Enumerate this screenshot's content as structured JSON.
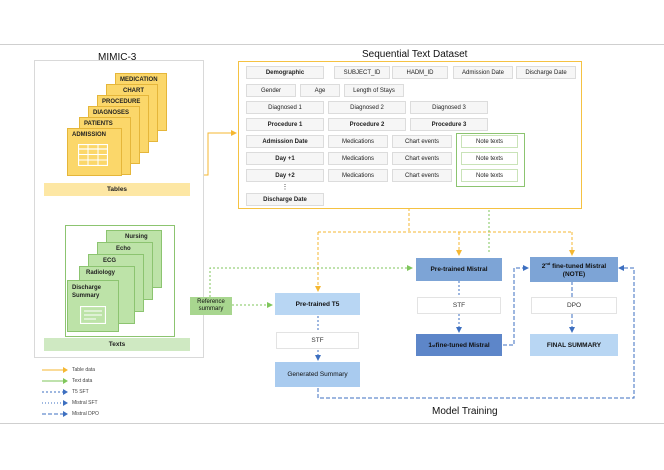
{
  "mimic": {
    "title": "MIMIC-3",
    "tables_cards": [
      "MEDICATION",
      "CHART",
      "PROCEDURE",
      "DIAGNOSES",
      "PATIENTS",
      "ADMISSION"
    ],
    "tables_label": "Tables",
    "texts_cards": [
      "Nursing",
      "Echo",
      "ECG",
      "Radiology",
      "Discharge Summary"
    ],
    "texts_label": "Texts"
  },
  "dataset": {
    "title": "Sequential Text Dataset",
    "row1": [
      "Demographic",
      "SUBJECT_ID",
      "HADM_ID",
      "Admission Date",
      "Discharge Date"
    ],
    "row2": [
      "Gender",
      "Age",
      "Length of Stays"
    ],
    "row3": [
      "Diagnosed 1",
      "Diagnosed 2",
      "Diagnosed 3"
    ],
    "row4": [
      "Procedure 1",
      "Procedure 2",
      "Procedure 3"
    ],
    "row5": [
      "Admission Date",
      "Medications",
      "Chart events",
      "Note texts"
    ],
    "row6": [
      "Day +1",
      "Medications",
      "Chart events",
      "Note texts"
    ],
    "row7": [
      "Day +2",
      "Medications",
      "Chart events",
      "Note texts"
    ],
    "ellipsis": "⋮",
    "row8": [
      "Discharge Date"
    ]
  },
  "reference": "Reference summary",
  "t5": {
    "model": "Pre-trained T5",
    "stf": "STF",
    "output": "Generated Summary"
  },
  "mistral": {
    "pretrained": "Pre-trained Mistral",
    "stf": "STF",
    "first_ft_sup": "st",
    "first_ft_pre": "1",
    "first_ft_post": " fine-tuned Mistral",
    "second_ft_pre": "2",
    "second_ft_sup": "nd",
    "second_ft_post": " fine-tuned Mistral",
    "second_ft_note": "(NOTE)",
    "dpo": "DPO",
    "final": "FINAL SUMMARY"
  },
  "model_training": "Model Training",
  "legend": [
    "Table data",
    "Text data",
    "T5 SFT",
    "Mistral SFT",
    "Mistral DPO"
  ],
  "colors": {
    "yellow": "#f5b731",
    "green": "#7fc65b",
    "blue": "#3d6fc0",
    "dark_blue": "#2f5597"
  }
}
